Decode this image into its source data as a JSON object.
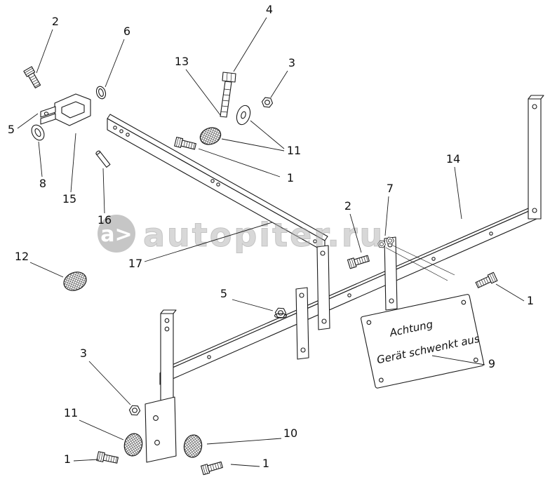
{
  "page": {
    "background": "#ffffff",
    "line_color": "#1a1a1a"
  },
  "watermark": {
    "logo": "a>",
    "site": "autopiter.ru",
    "color": "#b3b3b3"
  },
  "plate": {
    "line1": "Achtung",
    "line2": "Gerät schwenkt aus"
  },
  "callouts": [
    {
      "label": "2"
    },
    {
      "label": "6"
    },
    {
      "label": "4"
    },
    {
      "label": "13"
    },
    {
      "label": "3"
    },
    {
      "label": "5"
    },
    {
      "label": "8"
    },
    {
      "label": "15"
    },
    {
      "label": "16"
    },
    {
      "label": "11"
    },
    {
      "label": "1"
    },
    {
      "label": "17"
    },
    {
      "label": "12"
    },
    {
      "label": "2"
    },
    {
      "label": "7"
    },
    {
      "label": "14"
    },
    {
      "label": "5"
    },
    {
      "label": "1"
    },
    {
      "label": "9"
    },
    {
      "label": "3"
    },
    {
      "label": "11"
    },
    {
      "label": "10"
    },
    {
      "label": "1"
    },
    {
      "label": "1"
    }
  ]
}
